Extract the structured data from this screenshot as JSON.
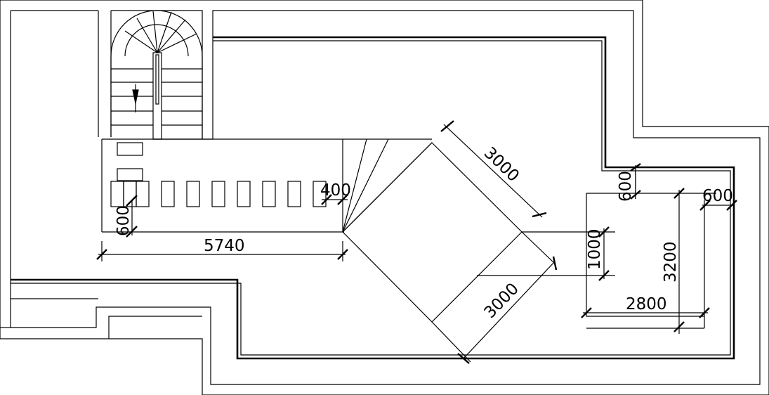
{
  "diagram": {
    "dimensions": {
      "d600_left": "600",
      "d5740": "5740",
      "d400": "400",
      "d3000_top": "3000",
      "d3000_bottom": "3000",
      "d600_top_right": "600",
      "d600_right": "600",
      "d1000": "1000",
      "d3200": "3200",
      "d2800": "2800"
    }
  }
}
